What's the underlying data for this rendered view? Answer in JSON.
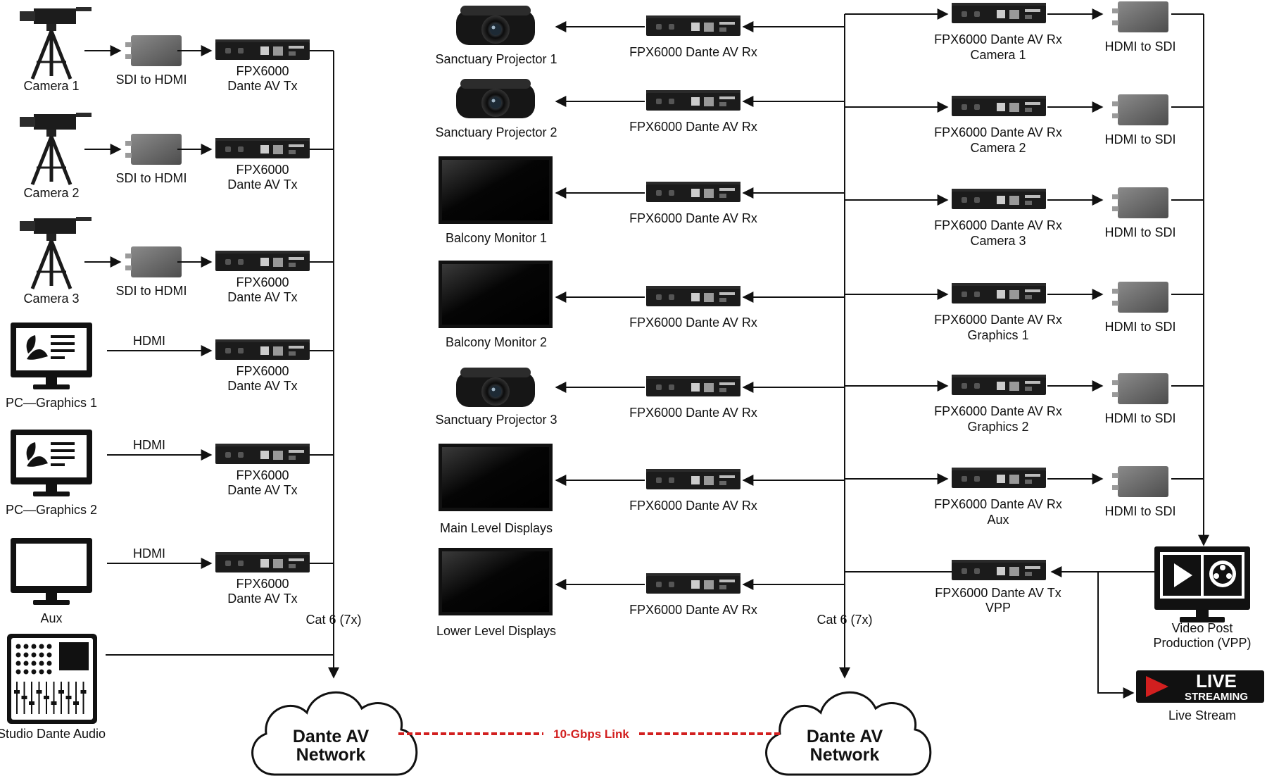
{
  "sources": [
    {
      "label": "Camera 1",
      "converter": "SDI to HDMI",
      "tx_line1": "FPX6000",
      "tx_line2": "Dante AV Tx"
    },
    {
      "label": "Camera 2",
      "converter": "SDI to HDMI",
      "tx_line1": "FPX6000",
      "tx_line2": "Dante AV Tx"
    },
    {
      "label": "Camera 3",
      "converter": "SDI to HDMI",
      "tx_line1": "FPX6000",
      "tx_line2": "Dante AV Tx"
    },
    {
      "label": "PC—Graphics 1",
      "converter": "HDMI",
      "tx_line1": "FPX6000",
      "tx_line2": "Dante AV Tx"
    },
    {
      "label": "PC—Graphics 2",
      "converter": "HDMI",
      "tx_line1": "FPX6000",
      "tx_line2": "Dante AV Tx"
    },
    {
      "label": "Aux",
      "converter": "HDMI",
      "tx_line1": "FPX6000",
      "tx_line2": "Dante AV Tx"
    }
  ],
  "studio_audio": {
    "label": "Studio Dante Audio"
  },
  "displays": [
    {
      "label": "Sanctuary Projector 1",
      "rx": "FPX6000 Dante AV Rx"
    },
    {
      "label": "Sanctuary Projector 2",
      "rx": "FPX6000 Dante AV Rx"
    },
    {
      "label": "Balcony Monitor 1",
      "rx": "FPX6000 Dante AV Rx"
    },
    {
      "label": "Balcony Monitor 2",
      "rx": "FPX6000 Dante AV Rx"
    },
    {
      "label": "Sanctuary Projector 3",
      "rx": "FPX6000 Dante AV Rx"
    },
    {
      "label": "Main Level Displays",
      "rx": "FPX6000 Dante AV Rx"
    },
    {
      "label": "Lower Level Displays",
      "rx": "FPX6000 Dante AV Rx"
    }
  ],
  "production_rx": [
    {
      "line1": "FPX6000 Dante AV Rx",
      "line2": "Camera 1",
      "converter": "HDMI to SDI"
    },
    {
      "line1": "FPX6000 Dante AV Rx",
      "line2": "Camera 2",
      "converter": "HDMI to SDI"
    },
    {
      "line1": "FPX6000 Dante AV Rx",
      "line2": "Camera 3",
      "converter": "HDMI to SDI"
    },
    {
      "line1": "FPX6000 Dante AV Rx",
      "line2": "Graphics 1",
      "converter": "HDMI to SDI"
    },
    {
      "line1": "FPX6000 Dante AV Rx",
      "line2": "Graphics 2",
      "converter": "HDMI to SDI"
    },
    {
      "line1": "FPX6000 Dante AV Rx",
      "line2": "Aux",
      "converter": "HDMI to SDI"
    }
  ],
  "vpp_tx": {
    "line1": "FPX6000 Dante AV Tx",
    "line2": "VPP"
  },
  "vpp": {
    "line1": "Video Post",
    "line2": "Production (VPP)"
  },
  "live_stream": {
    "badge_line1": "LIVE",
    "badge_line2": "STREAMING",
    "label": "Live Stream"
  },
  "networks": {
    "left": {
      "line1": "Dante AV",
      "line2": "Network",
      "cable": "Cat 6 (7x)"
    },
    "right": {
      "line1": "Dante AV",
      "line2": "Network",
      "cable": "Cat 6 (7x)"
    },
    "link": "10-Gbps Link"
  },
  "colors": {
    "wire": "#111111",
    "link": "#d21f1f",
    "device": "#1b1b1b",
    "converter": "#6f6f6f"
  }
}
